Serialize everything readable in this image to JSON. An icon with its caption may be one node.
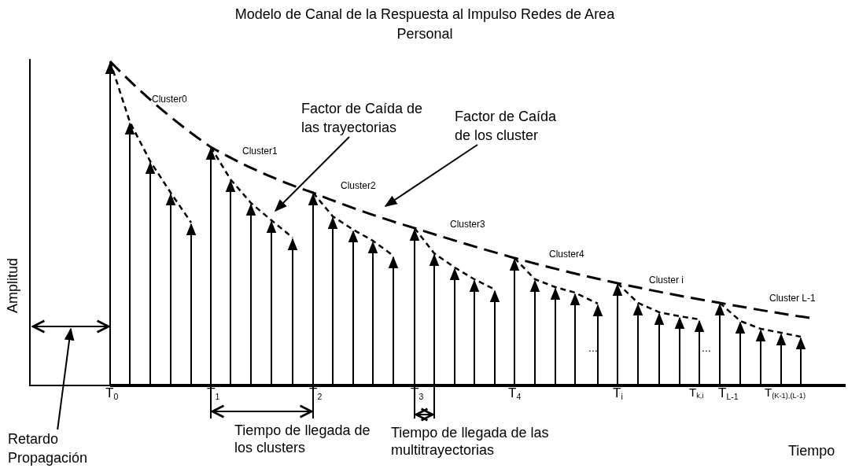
{
  "diagram": {
    "title": "Modelo de Canal de la Respuesta al Impulso Redes de Area Personal",
    "nodes": [
      {
        "text": [
          "Factor de Caída de las trayectorias"
        ]
      },
      {
        "text": [
          "Factor de Caída de los cluster"
        ]
      },
      {
        "text": [
          "Retardo Propagación"
        ]
      }
    ],
    "edges": [
      {
        "from": 0,
        "to": null,
        "arrow": "to"
      },
      {
        "from": 1,
        "to": null,
        "arrow": "to"
      },
      {
        "from": 2,
        "to": null,
        "arrow": "to"
      }
    ],
    "labels": [
      "Cluster0",
      "Cluster1",
      "Cluster2",
      "Cluster3",
      "Cluster4",
      "Cluster i",
      "Cluster L-1",
      "Amplitud",
      "...",
      "...",
      "T$_{0}$",
      "T$_{1}$",
      "T$_{2}$",
      "T$_{3}$",
      "T$_{4}$",
      "T$_{i}$",
      "T$_{k,i}$",
      "T$_{L-1}$",
      "T$_{(K-1),(L-1)}$",
      "Tiempo de llegada de los clusters",
      "Tiempo de llegada de las multitrayectorias",
      "Tiempo"
    ]
  }
}
